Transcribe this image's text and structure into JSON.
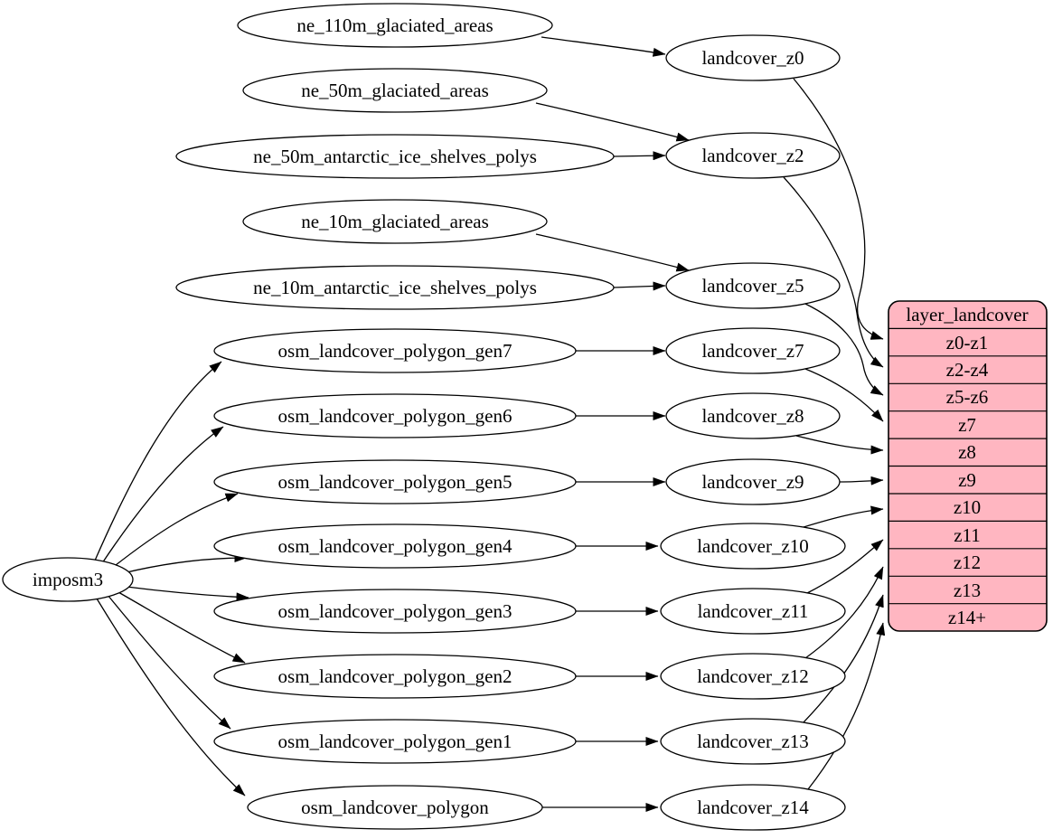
{
  "diagram": {
    "colors": {
      "record_fill": "#ffb6c1",
      "node_fill": "#ffffff",
      "line": "#000000",
      "background": "#ffffff"
    },
    "nodes": {
      "imposm3": "imposm3",
      "ne_110m_glaciated_areas": "ne_110m_glaciated_areas",
      "ne_50m_glaciated_areas": "ne_50m_glaciated_areas",
      "ne_50m_antarctic_ice_shelves_polys": "ne_50m_antarctic_ice_shelves_polys",
      "ne_10m_glaciated_areas": "ne_10m_glaciated_areas",
      "ne_10m_antarctic_ice_shelves_polys": "ne_10m_antarctic_ice_shelves_polys",
      "osm_landcover_polygon_gen7": "osm_landcover_polygon_gen7",
      "osm_landcover_polygon_gen6": "osm_landcover_polygon_gen6",
      "osm_landcover_polygon_gen5": "osm_landcover_polygon_gen5",
      "osm_landcover_polygon_gen4": "osm_landcover_polygon_gen4",
      "osm_landcover_polygon_gen3": "osm_landcover_polygon_gen3",
      "osm_landcover_polygon_gen2": "osm_landcover_polygon_gen2",
      "osm_landcover_polygon_gen1": "osm_landcover_polygon_gen1",
      "osm_landcover_polygon": "osm_landcover_polygon",
      "landcover_z0": "landcover_z0",
      "landcover_z2": "landcover_z2",
      "landcover_z5": "landcover_z5",
      "landcover_z7": "landcover_z7",
      "landcover_z8": "landcover_z8",
      "landcover_z9": "landcover_z9",
      "landcover_z10": "landcover_z10",
      "landcover_z11": "landcover_z11",
      "landcover_z12": "landcover_z12",
      "landcover_z13": "landcover_z13",
      "landcover_z14": "landcover_z14"
    },
    "record": {
      "title": "layer_landcover",
      "rows": [
        "z0-z1",
        "z2-z4",
        "z5-z6",
        "z7",
        "z8",
        "z9",
        "z10",
        "z11",
        "z12",
        "z13",
        "z14+"
      ]
    },
    "edges": [
      [
        "ne_110m_glaciated_areas",
        "landcover_z0"
      ],
      [
        "ne_50m_glaciated_areas",
        "landcover_z2"
      ],
      [
        "ne_50m_antarctic_ice_shelves_polys",
        "landcover_z2"
      ],
      [
        "ne_10m_glaciated_areas",
        "landcover_z5"
      ],
      [
        "ne_10m_antarctic_ice_shelves_polys",
        "landcover_z5"
      ],
      [
        "imposm3",
        "osm_landcover_polygon_gen7"
      ],
      [
        "imposm3",
        "osm_landcover_polygon_gen6"
      ],
      [
        "imposm3",
        "osm_landcover_polygon_gen5"
      ],
      [
        "imposm3",
        "osm_landcover_polygon_gen4"
      ],
      [
        "imposm3",
        "osm_landcover_polygon_gen3"
      ],
      [
        "imposm3",
        "osm_landcover_polygon_gen2"
      ],
      [
        "imposm3",
        "osm_landcover_polygon_gen1"
      ],
      [
        "imposm3",
        "osm_landcover_polygon"
      ],
      [
        "osm_landcover_polygon_gen7",
        "landcover_z7"
      ],
      [
        "osm_landcover_polygon_gen6",
        "landcover_z8"
      ],
      [
        "osm_landcover_polygon_gen5",
        "landcover_z9"
      ],
      [
        "osm_landcover_polygon_gen4",
        "landcover_z10"
      ],
      [
        "osm_landcover_polygon_gen3",
        "landcover_z11"
      ],
      [
        "osm_landcover_polygon_gen2",
        "landcover_z12"
      ],
      [
        "osm_landcover_polygon_gen1",
        "landcover_z13"
      ],
      [
        "osm_landcover_polygon",
        "landcover_z14"
      ],
      [
        "landcover_z0",
        "layer_landcover:z0-z1"
      ],
      [
        "landcover_z2",
        "layer_landcover:z2-z4"
      ],
      [
        "landcover_z5",
        "layer_landcover:z5-z6"
      ],
      [
        "landcover_z7",
        "layer_landcover:z7"
      ],
      [
        "landcover_z8",
        "layer_landcover:z8"
      ],
      [
        "landcover_z9",
        "layer_landcover:z9"
      ],
      [
        "landcover_z10",
        "layer_landcover:z10"
      ],
      [
        "landcover_z11",
        "layer_landcover:z11"
      ],
      [
        "landcover_z12",
        "layer_landcover:z12"
      ],
      [
        "landcover_z13",
        "layer_landcover:z13"
      ],
      [
        "landcover_z14",
        "layer_landcover:z14+"
      ]
    ]
  }
}
